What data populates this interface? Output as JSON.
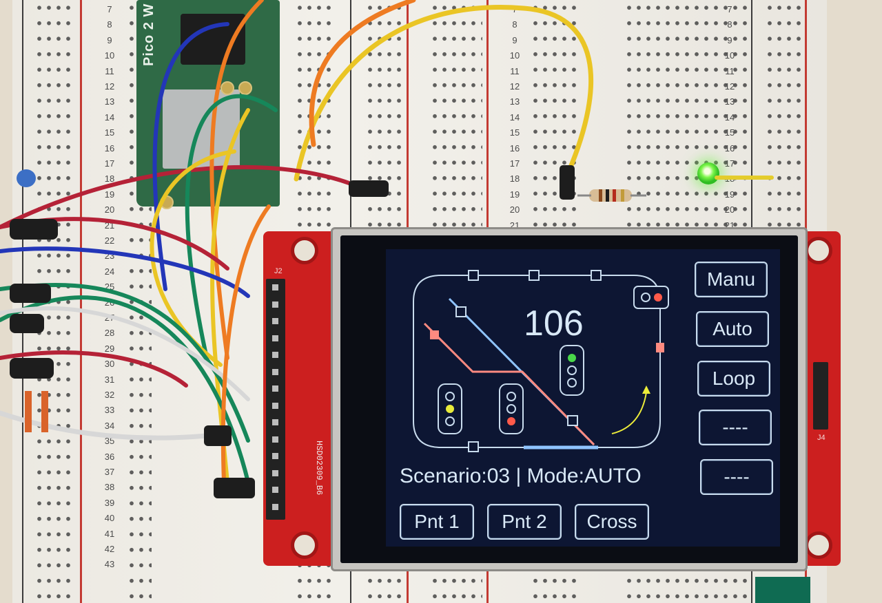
{
  "pcb": {
    "module_label": "Pico 2 W",
    "display_label": "HSD02309_B6",
    "left_header_label": "J2",
    "right_header_label": "J4"
  },
  "breadboard": {
    "row_numbers": [
      "7",
      "8",
      "9",
      "10",
      "11",
      "12",
      "13",
      "14",
      "15",
      "16",
      "17",
      "18",
      "19",
      "20",
      "21",
      "22",
      "23",
      "24",
      "25",
      "26",
      "27",
      "28",
      "29",
      "30",
      "31",
      "32",
      "33",
      "34",
      "35",
      "36",
      "37",
      "38",
      "39",
      "40",
      "41",
      "42",
      "43"
    ]
  },
  "screen": {
    "counter": "106",
    "status": "Scenario:03 | Mode:AUTO",
    "side_buttons": [
      {
        "label": "Manu"
      },
      {
        "label": "Auto"
      },
      {
        "label": "Loop"
      },
      {
        "label": "----"
      },
      {
        "label": "----"
      }
    ],
    "bottom_buttons": [
      {
        "label": "Pnt 1"
      },
      {
        "label": "Pnt 2"
      },
      {
        "label": "Cross"
      }
    ],
    "colors": {
      "background": "#0d1633",
      "track": "#c9dcee",
      "route_red": "#ff8a80",
      "route_blue": "#8fc4ff",
      "signal_green": "#4ad84a",
      "signal_yellow": "#e8ea3a",
      "signal_red": "#ff5a4a",
      "arrow_yellow": "#ecec3a"
    },
    "signals": [
      {
        "name": "top-right",
        "active": "red"
      },
      {
        "name": "center-right",
        "active": "green"
      },
      {
        "name": "left",
        "active": "yellow"
      },
      {
        "name": "center",
        "active": "red"
      }
    ]
  }
}
